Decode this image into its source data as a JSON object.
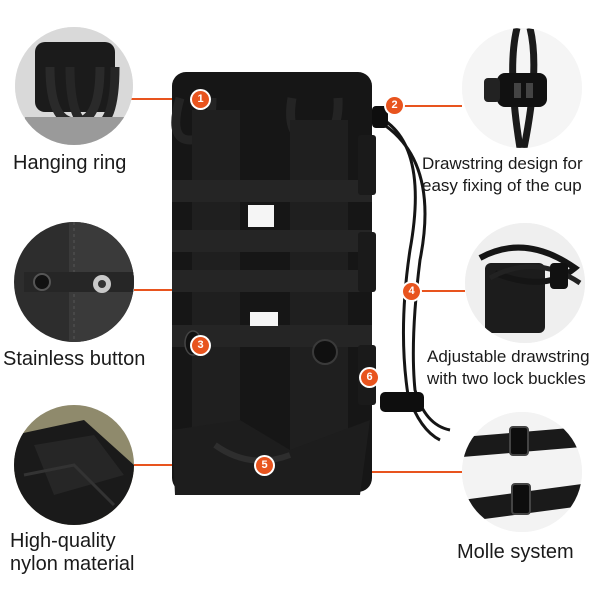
{
  "colors": {
    "accent": "#e8541e",
    "product": "#141414"
  },
  "features": [
    {
      "number": "1",
      "label_lines": [
        "Hanging ring"
      ],
      "icon": "d-ring-detail"
    },
    {
      "number": "2",
      "label_lines": [
        "Drawstring design for",
        "easy fixing of the cup"
      ],
      "icon": "cord-lock-detail"
    },
    {
      "number": "3",
      "label_lines": [
        "Stainless button"
      ],
      "icon": "snap-button-detail"
    },
    {
      "number": "4",
      "label_lines": [
        "Adjustable drawstring",
        "with two lock buckles"
      ],
      "icon": "drawstring-detail"
    },
    {
      "number": "5",
      "label_lines": [
        "High-quality",
        "nylon material"
      ],
      "icon": "nylon-detail"
    },
    {
      "number": "6",
      "label_lines": [],
      "icon": "molle-strap-detail"
    }
  ],
  "molle_label": "Molle system"
}
